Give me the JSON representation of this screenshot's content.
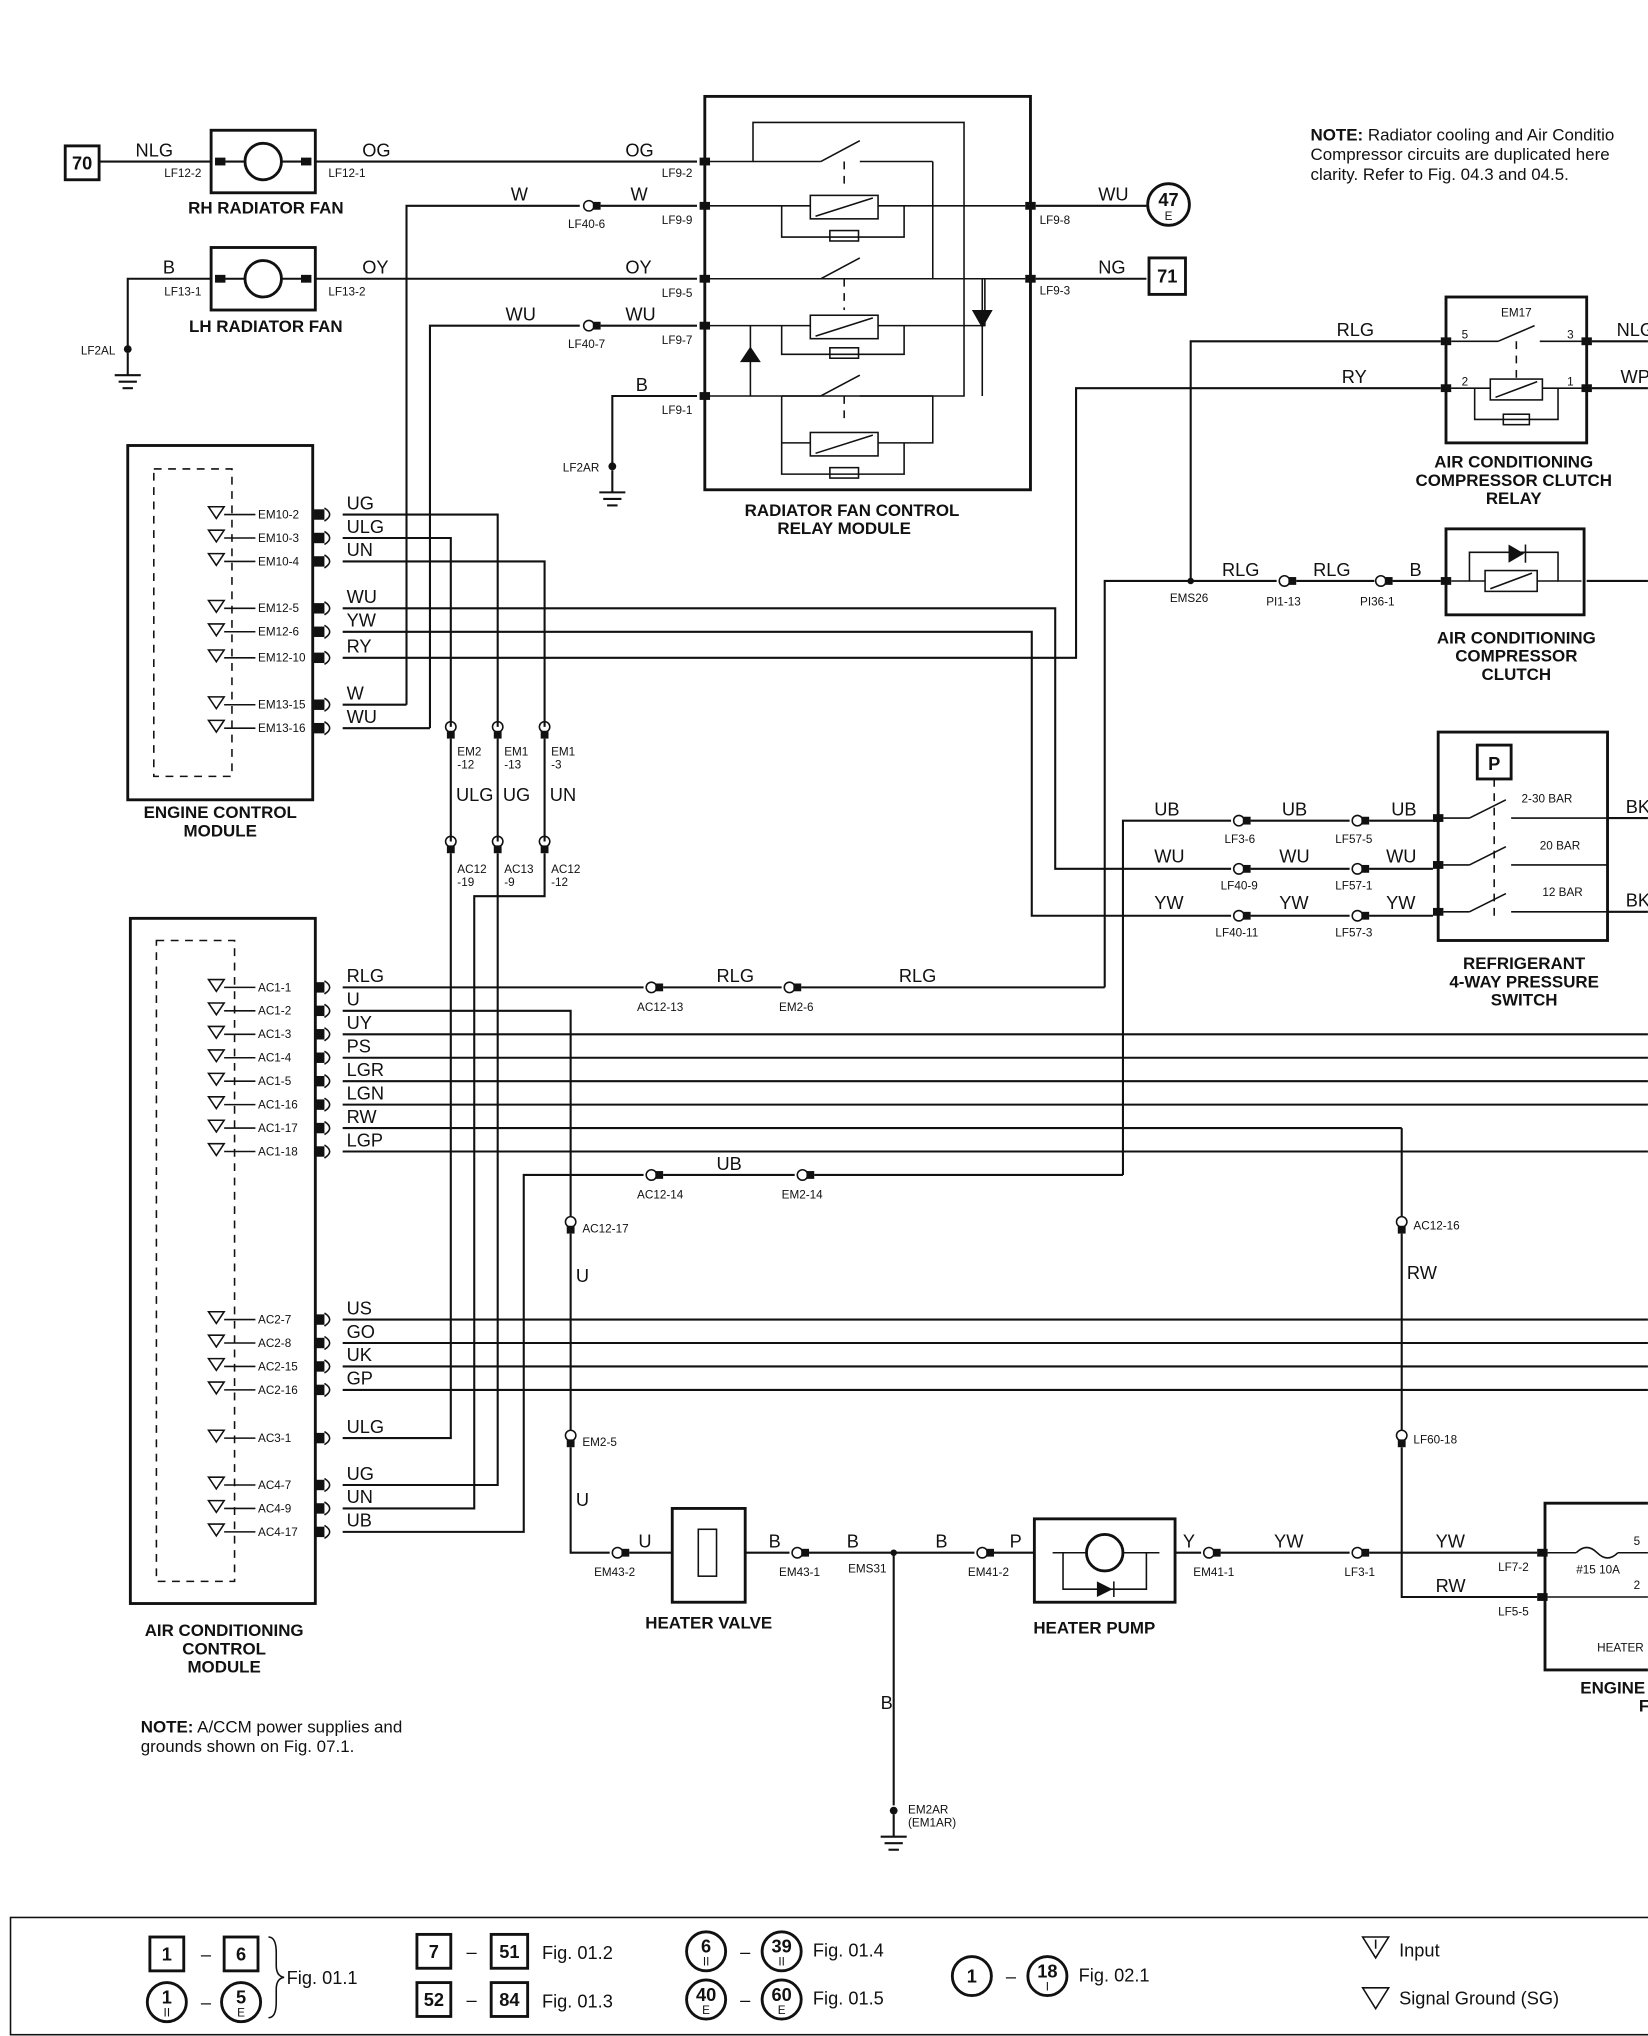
{
  "note_top": {
    "bold": "NOTE:",
    "line1": " Radiator cooling and Air Conditio",
    "line2": "Compressor circuits are duplicated here",
    "line3": "clarity.  Refer to Fig. 04.3 and 04.5."
  },
  "note_bottom": {
    "bold": "NOTE:",
    "line1": " A/CCM power supplies and",
    "line2": "grounds shown on Fig. 07.1."
  },
  "refs": {
    "r70": "70",
    "r71": "71",
    "r47": "47",
    "r47sub": "E"
  },
  "components": {
    "rh_fan": "RH RADIATOR FAN",
    "lh_fan": "LH RADIATOR FAN",
    "relay_module_1": "RADIATOR FAN CONTROL",
    "relay_module_2": "RELAY MODULE",
    "ecm_1": "ENGINE CONTROL",
    "ecm_2": "MODULE",
    "accm_1": "AIR CONDITIONING",
    "accm_2": "CONTROL",
    "accm_3": "MODULE",
    "clutch_relay_1": "AIR CONDITIONING",
    "clutch_relay_2": "COMPRESSOR CLUTCH",
    "clutch_relay_3": "RELAY",
    "clutch_1": "AIR CONDITIONING",
    "clutch_2": "COMPRESSOR",
    "clutch_3": "CLUTCH",
    "pressure_1": "REFRIGERANT",
    "pressure_2": "4-WAY PRESSURE",
    "pressure_3": "SWITCH",
    "heater_valve": "HEATER VALVE",
    "heater_pump": "HEATER PUMP",
    "engine_f_1": "ENGINE",
    "engine_f_2": "F",
    "heater_partial": "HEATER",
    "em17": "EM17",
    "p": "P",
    "bar1": "2-30 BAR",
    "bar2": "20 BAR",
    "bar3": "12 BAR",
    "fuse": "#15 10A"
  },
  "ecm_pins": [
    "EM10-2",
    "EM10-3",
    "EM10-4",
    "EM12-5",
    "EM12-6",
    "EM12-10",
    "EM13-15",
    "EM13-16"
  ],
  "ecm_wires": [
    "UG",
    "ULG",
    "UN",
    "WU",
    "YW",
    "RY",
    "W",
    "WU"
  ],
  "accm_pins_a": [
    "AC1-1",
    "AC1-2",
    "AC1-3",
    "AC1-4",
    "AC1-5",
    "AC1-16",
    "AC1-17",
    "AC1-18"
  ],
  "accm_wires_a": [
    "RLG",
    "U",
    "UY",
    "PS",
    "LGR",
    "LGN",
    "RW",
    "LGP"
  ],
  "accm_pins_b": [
    "AC2-7",
    "AC2-8",
    "AC2-15",
    "AC2-16"
  ],
  "accm_wires_b": [
    "US",
    "GO",
    "UK",
    "GP"
  ],
  "accm_pins_c": [
    "AC3-1",
    "AC4-7",
    "AC4-9",
    "AC4-17"
  ],
  "accm_wires_c": [
    "ULG",
    "UG",
    "UN",
    "UB"
  ],
  "wires": {
    "nlg": "NLG",
    "og": "OG",
    "og2": "OG",
    "b1": "B",
    "oy": "OY",
    "oy2": "OY",
    "w1": "W",
    "w2": "W",
    "wu1": "WU",
    "wu2": "WU",
    "b2": "B",
    "wu_out": "WU",
    "ng": "NG",
    "rlg_a": "RLG",
    "ry_a": "RY",
    "nlg_r": "NLG",
    "wp_r": "WP",
    "rlg_b": "RLG",
    "rlg_c": "RLG",
    "b_c": "B",
    "ulg_v": "ULG",
    "ug_v": "UG",
    "un_v": "UN",
    "ub1": "UB",
    "ub2": "UB",
    "ub3": "UB",
    "bk1": "BK",
    "wu3": "WU",
    "wu4": "WU",
    "wu5": "WU",
    "yw1": "YW",
    "yw2": "YW",
    "yw3": "YW",
    "bk2": "BK",
    "rlg_d": "RLG",
    "rlg_e": "RLG",
    "ub_mid": "UB",
    "u_v1": "U",
    "u_v2": "U",
    "rw_v": "RW",
    "u_hv": "U",
    "b_hv": "B",
    "b_ems": "B",
    "b_p": "B",
    "p_lbl": "P",
    "y_lbl": "Y",
    "yw_p": "YW",
    "yw_e": "YW",
    "rw_e": "RW",
    "b_gnd": "B"
  },
  "conns": {
    "lf12_2": "LF12-2",
    "lf12_1": "LF12-1",
    "lf13_1": "LF13-1",
    "lf13_2": "LF13-2",
    "lf2al": "LF2AL",
    "lf40_6": "LF40-6",
    "lf40_7": "LF40-7",
    "lf2ar": "LF2AR",
    "lf9_2": "LF9-2",
    "lf9_9": "LF9-9",
    "lf9_5": "LF9-5",
    "lf9_7": "LF9-7",
    "lf9_1": "LF9-1",
    "lf9_8": "LF9-8",
    "lf9_3": "LF9-3",
    "ems26": "EMS26",
    "pi1_13": "PI1-13",
    "pi36_1": "PI36-1",
    "em2_12a": "EM2",
    "em2_12b": "-12",
    "em1_13a": "EM1",
    "em1_13b": "-13",
    "em1_3a": "EM1",
    "em1_3b": "-3",
    "ac12_19a": "AC12",
    "ac12_19b": "-19",
    "ac13_9a": "AC13",
    "ac13_9b": "-9",
    "ac12_12a": "AC12",
    "ac12_12b": "-12",
    "lf3_6": "LF3-6",
    "lf57_5": "LF57-5",
    "lf40_9": "LF40-9",
    "lf57_1": "LF57-1",
    "lf40_11": "LF40-11",
    "lf57_3": "LF57-3",
    "ac12_13": "AC12-13",
    "em2_6": "EM2-6",
    "ac12_14": "AC12-14",
    "em2_14": "EM2-14",
    "ac12_17": "AC12-17",
    "ac12_16": "AC12-16",
    "em2_5": "EM2-5",
    "lf60_18": "LF60-18",
    "em43_2": "EM43-2",
    "em43_1": "EM43-1",
    "ems31": "EMS31",
    "em41_2": "EM41-2",
    "em41_1": "EM41-1",
    "lf3_1": "LF3-1",
    "lf7_2": "LF7-2",
    "lf5_5": "LF5-5",
    "em2ar": "EM2AR",
    "em1ar": "(EM1AR)",
    "p5": "5",
    "p3": "3",
    "p2": "2",
    "p1": "1",
    "pf5": "5",
    "pf2": "2"
  },
  "legend": {
    "b1": "1",
    "b6": "6",
    "c1": "1",
    "c1s": "II",
    "c5": "5",
    "c5s": "E",
    "fig011": "Fig. 01.1",
    "b7": "7",
    "b51": "51",
    "fig012": "Fig. 01.2",
    "b52": "52",
    "b84": "84",
    "fig013": "Fig. 01.3",
    "c6": "6",
    "c6s": "II",
    "c39": "39",
    "c39s": "II",
    "fig014": "Fig. 01.4",
    "c40": "40",
    "c40s": "E",
    "c60": "60",
    "c60s": "E",
    "fig015": "Fig. 01.5",
    "c1b": "1",
    "c18": "18",
    "c18s": "I",
    "fig021": "Fig. 02.1",
    "dash": "–",
    "input": "Input",
    "sg": "Signal Ground (SG)"
  }
}
